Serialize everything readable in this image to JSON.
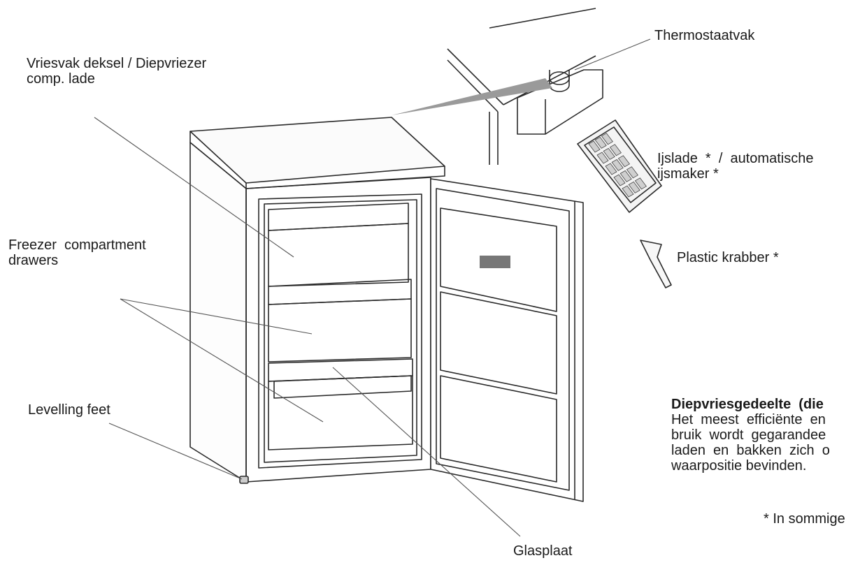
{
  "labels": {
    "lid": [
      "Vriesvak deksel / Diepvriezer",
      "comp. lade"
    ],
    "thermostat": "Thermostaatvak",
    "ice_tray": [
      "Ijslade  *  /  automatische",
      "ijsmaker *"
    ],
    "drawers": [
      "Freezer  compartment",
      "drawers"
    ],
    "scraper": "Plastic krabber *",
    "feet": "Levelling feet",
    "glass": "Glasplaat"
  },
  "note": {
    "heading": "Diepvriesgedeelte  (die",
    "lines": [
      "Het  meest  efficiënte  en",
      "bruik  wordt  gegarandee",
      "laden  en  bakken  zich  o",
      "waarpositie bevinden."
    ]
  },
  "footnote": "* In sommige",
  "colors": {
    "line": "#2a2a2a",
    "leader": "#555555",
    "text": "#1a1a1a"
  }
}
